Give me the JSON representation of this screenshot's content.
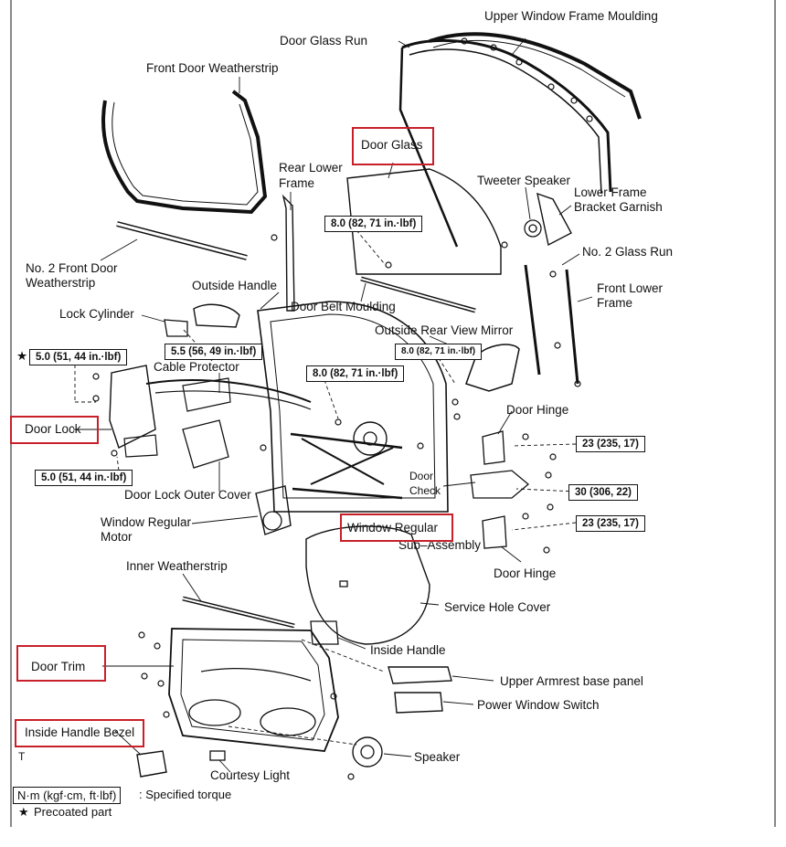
{
  "labels": {
    "upper_window_frame_moulding": "Upper Window Frame Moulding",
    "door_glass_run": "Door Glass Run",
    "front_door_weatherstrip": "Front Door Weatherstrip",
    "rear_lower_frame_1": "Rear Lower",
    "rear_lower_frame_2": "Frame",
    "tweeter_speaker": "Tweeter Speaker",
    "lower_frame_bracket_garnish_1": "Lower Frame",
    "lower_frame_bracket_garnish_2": "Bracket Garnish",
    "no2_glass_run": "No. 2 Glass Run",
    "no2_front_door_weatherstrip_1": "No. 2 Front Door",
    "no2_front_door_weatherstrip_2": "Weatherstrip",
    "outside_handle": "Outside Handle",
    "door_belt_moulding": "Door Belt Moulding",
    "front_lower_frame_1": "Front Lower",
    "front_lower_frame_2": "Frame",
    "lock_cylinder": "Lock Cylinder",
    "outside_rear_view_mirror": "Outside Rear View Mirror",
    "cable_protector": "Cable Protector",
    "door_hinge_upper": "Door Hinge",
    "door_check_1": "Door",
    "door_check_2": "Check",
    "door_lock_outer_cover": "Door Lock Outer Cover",
    "window_regulator_motor_1": "Window Regular",
    "window_regulator_motor_2": "Motor",
    "sub_assembly": "Sub–Assembly",
    "door_hinge_lower": "Door Hinge",
    "inner_weatherstrip": "Inner Weatherstrip",
    "service_hole_cover": "Service Hole Cover",
    "inside_handle": "Inside Handle",
    "upper_armrest_base_panel": "Upper Armrest base panel",
    "power_window_switch": "Power Window Switch",
    "speaker": "Speaker",
    "courtesy_light": "Courtesy Light",
    "t_mark": "T"
  },
  "highlighted": {
    "door_glass": "Door Glass",
    "door_lock": "Door Lock",
    "window_regular": "Window Regular",
    "door_trim": "Door Trim",
    "inside_handle_bezel": "Inside Handle Bezel"
  },
  "torques": {
    "t_glass": "8.0 (82, 71 in.·lbf)",
    "t_lock_star": "5.0 (51, 44 in.·lbf)",
    "t_handle": "5.5 (56, 49 in.·lbf)",
    "t_mirror": "8.0 (82, 71 in.·lbf)",
    "t_regulator": "8.0 (82, 71 in.·lbf)",
    "t_lock_lower": "5.0 (51, 44 in.·lbf)",
    "t_hinge_upper": "23 (235, 17)",
    "t_check": "30 (306, 22)",
    "t_hinge_lower": "23 (235, 17)"
  },
  "legend": {
    "torque_unit": "N·m (kgf·cm, ft·lbf)",
    "torque_text": ": Specified torque",
    "precoated_star": "★",
    "star_marker": "★",
    "precoated_text": "Precoated part"
  },
  "colors": {
    "highlight": "#c8202a",
    "line": "#111111"
  }
}
